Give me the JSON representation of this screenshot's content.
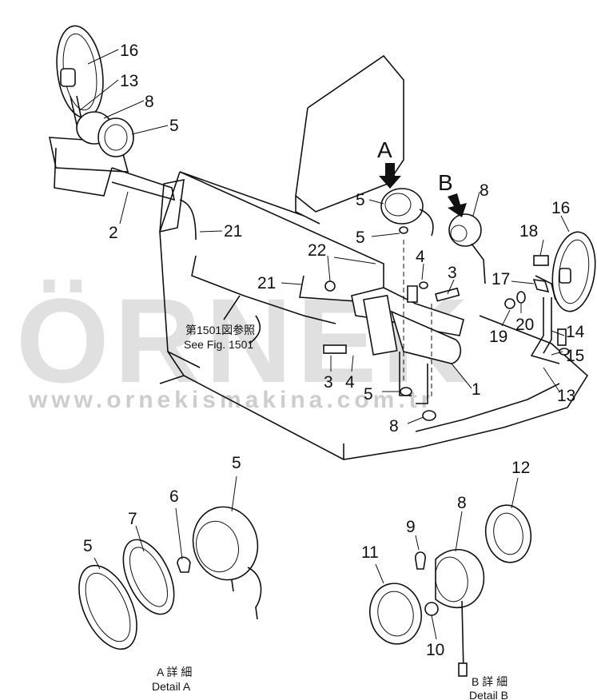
{
  "watermark": {
    "brand": "ÖRNEK",
    "url": "www.ornekismakina.com.tr"
  },
  "view_labels": {
    "a": "A",
    "b": "B"
  },
  "callouts": [
    {
      "n": "16"
    },
    {
      "n": "13"
    },
    {
      "n": "8"
    },
    {
      "n": "5"
    },
    {
      "n": "2"
    },
    {
      "n": "21"
    },
    {
      "n": "22"
    },
    {
      "n": "21"
    },
    {
      "n": "5"
    },
    {
      "n": "5"
    },
    {
      "n": "4"
    },
    {
      "n": "3"
    },
    {
      "n": "8"
    },
    {
      "n": "16"
    },
    {
      "n": "18"
    },
    {
      "n": "17"
    },
    {
      "n": "20"
    },
    {
      "n": "19"
    },
    {
      "n": "14"
    },
    {
      "n": "15"
    },
    {
      "n": "3"
    },
    {
      "n": "4"
    },
    {
      "n": "5"
    },
    {
      "n": "1"
    },
    {
      "n": "13"
    },
    {
      "n": "8"
    },
    {
      "n": "5"
    },
    {
      "n": "7"
    },
    {
      "n": "6"
    },
    {
      "n": "5"
    },
    {
      "n": "12"
    },
    {
      "n": "8"
    },
    {
      "n": "9"
    },
    {
      "n": "11"
    },
    {
      "n": "10"
    }
  ],
  "reference_note": {
    "line1": "第1501図参照",
    "line2": "See Fig. 1501"
  },
  "detail_a": {
    "jp": "A 詳 細",
    "en": "Detail A"
  },
  "detail_b": {
    "jp": "B 詳 細",
    "en": "Detail B"
  }
}
